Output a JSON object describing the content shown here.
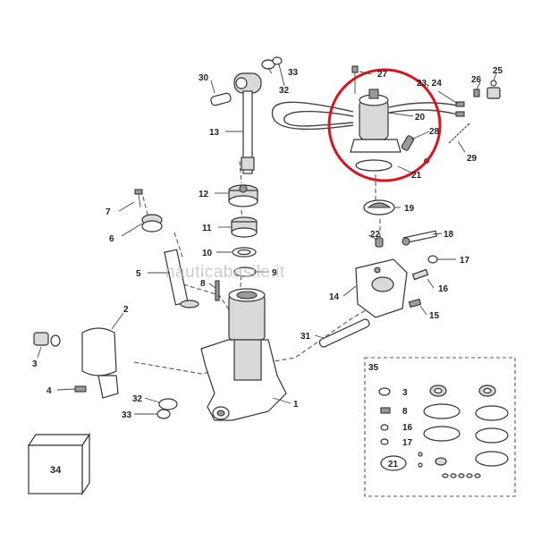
{
  "watermark": "nauticabasile.it",
  "callouts": {
    "c30": "30",
    "c33a": "33",
    "c32a": "32",
    "c27": "27",
    "c23_24": "23, 24",
    "c26": "26",
    "c25": "25",
    "c20": "20",
    "c28": "28",
    "c29": "29",
    "c13": "13",
    "c21": "21",
    "c12": "12",
    "c19": "19",
    "c7": "7",
    "c6": "6",
    "c11": "11",
    "c22": "22",
    "c18": "18",
    "c10": "10",
    "c17": "17",
    "c5": "5",
    "c9": "9",
    "c8": "8",
    "c16": "16",
    "c14": "14",
    "c2": "2",
    "c15": "15",
    "c31": "31",
    "c3": "3",
    "c4": "4",
    "c32b": "32",
    "c33b": "33",
    "c1": "1",
    "c34": "34",
    "c35": "35"
  },
  "kit": {
    "k3": "3",
    "k8": "8",
    "k16": "16",
    "k17": "17",
    "k21": "21"
  },
  "colors": {
    "highlight": "#d9141b",
    "line": "#333333",
    "shade": "#d9d9d9"
  }
}
